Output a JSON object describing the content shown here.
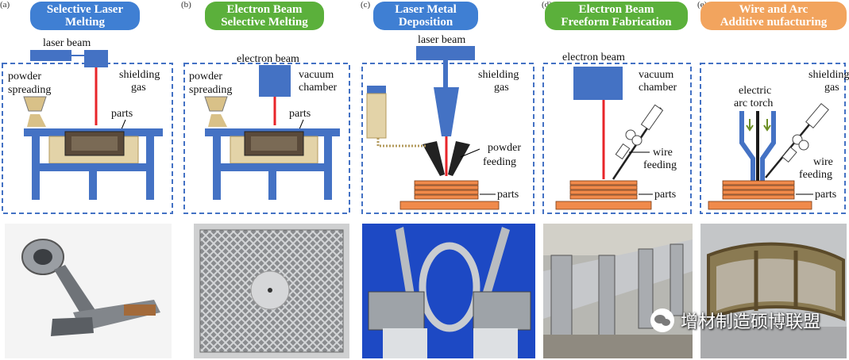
{
  "panels": [
    {
      "letter": "(a)",
      "title_line1": "Selective Laser",
      "title_line2": "Melting",
      "color": "#3f7fd3",
      "labels": {
        "source": "laser beam",
        "powder": "powder",
        "spreading": "spreading",
        "gas1": "shielding",
        "gas2": "gas",
        "parts": "parts"
      },
      "photo_icon": "titanium-bracket-part"
    },
    {
      "letter": "(b)",
      "title_line1": "Electron Beam",
      "title_line2": "Selective Melting",
      "color": "#5bb03b",
      "labels": {
        "source": "electron beam",
        "powder": "powder",
        "spreading": "spreading",
        "vac1": "vacuum",
        "vac2": "chamber",
        "parts": "parts"
      },
      "photo_icon": "lattice-mesh-plate"
    },
    {
      "letter": "(c)",
      "title_line1": "Laser Metal",
      "title_line2": "Deposition",
      "color": "#3f7fd3",
      "labels": {
        "source": "laser beam",
        "gas1": "shielding",
        "gas2": "gas",
        "feed1": "powder",
        "feed2": "feeding",
        "parts": "parts"
      },
      "photo_icon": "ring-structure-parts"
    },
    {
      "letter": "(d)",
      "title_line1": "Electron Beam",
      "title_line2": "Freeform Fabrication",
      "color": "#5bb03b",
      "labels": {
        "source": "electron beam",
        "vac1": "vacuum",
        "vac2": "chamber",
        "feed1": "wire",
        "feed2": "feeding",
        "parts": "parts"
      },
      "photo_icon": "aluminum-frame-part"
    },
    {
      "letter": "(e)",
      "title_line1": "Wire and Arc",
      "title_line2": "Additive nufacturing",
      "color": "#f2a45e",
      "labels": {
        "torch1": "electric",
        "torch2": "arc torch",
        "gas1": "shielding",
        "gas2": "gas",
        "feed1": "wire",
        "feed2": "feeding",
        "parts": "parts"
      },
      "photo_icon": "wall-structure-part"
    }
  ],
  "watermark": {
    "text": "增材制造硕博联盟",
    "icon": "wechat-icon"
  },
  "colors": {
    "device": "#4472c4",
    "beam": "#e8252a",
    "part": "#f08a4b",
    "dashed": "#4472c4"
  }
}
